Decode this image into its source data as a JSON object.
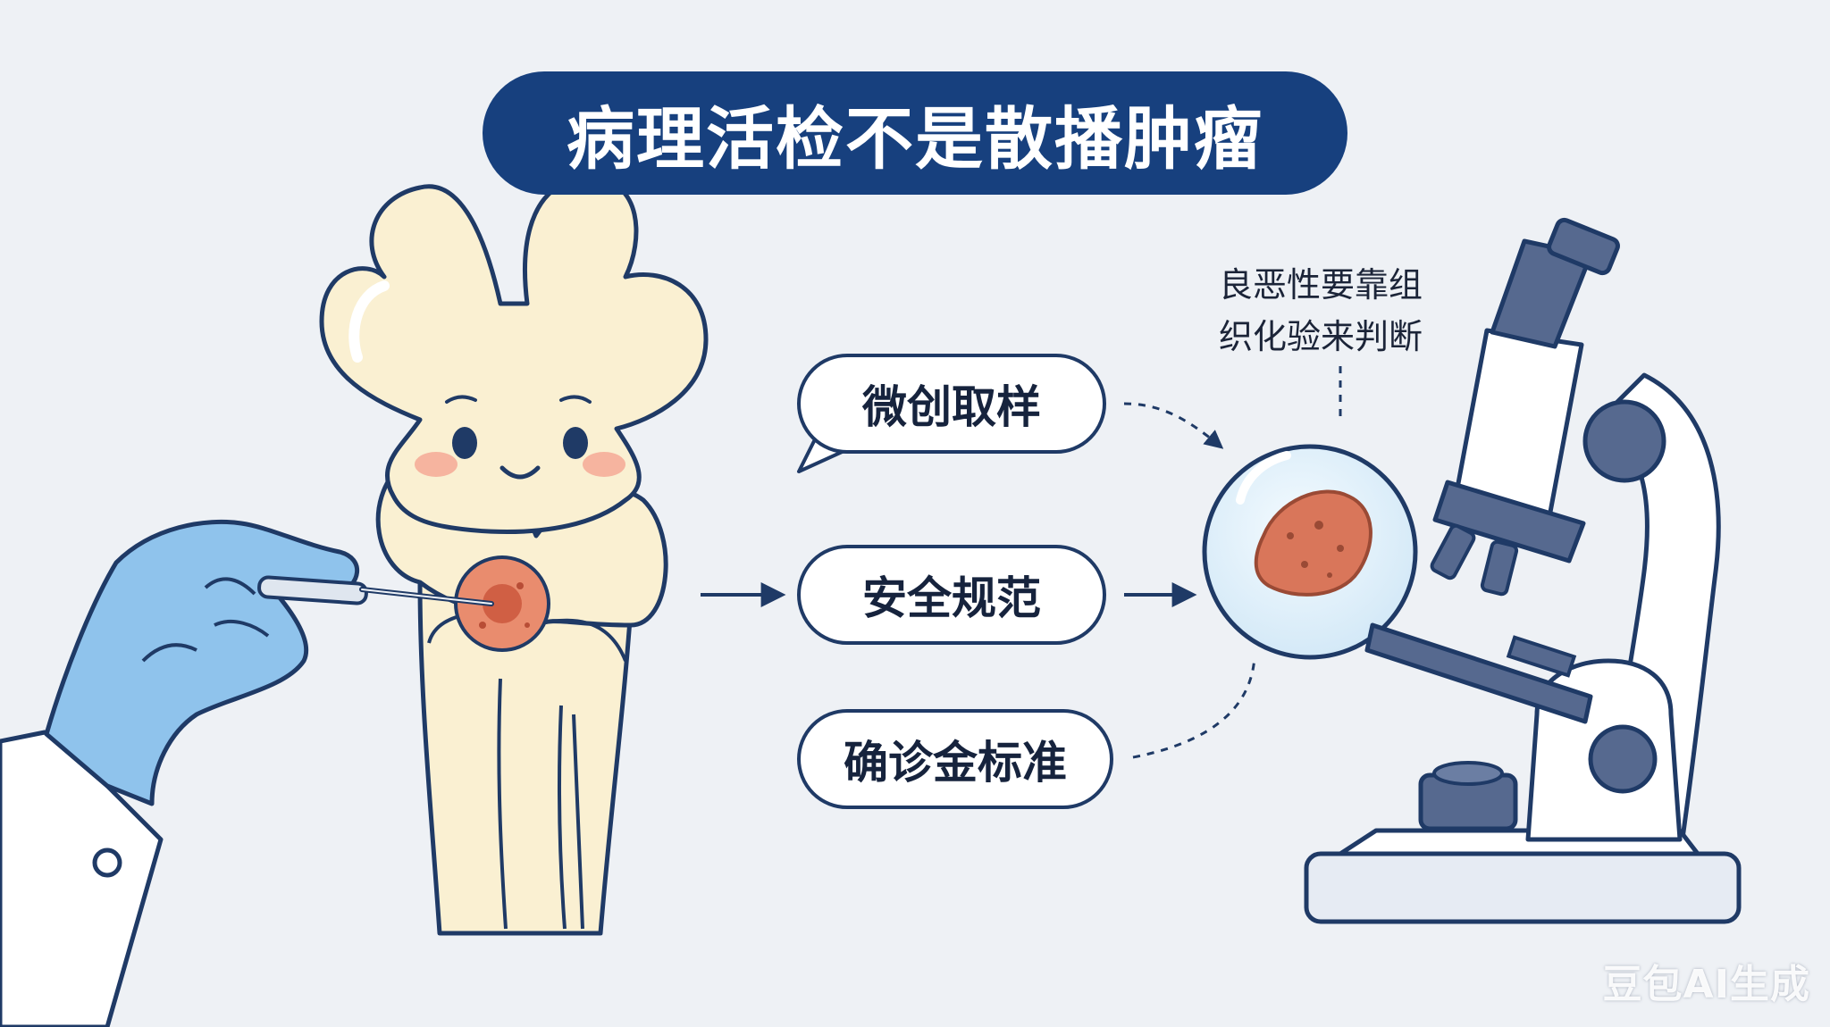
{
  "title": "病理活检不是散播肿瘤",
  "steps": [
    {
      "label": "微创取样"
    },
    {
      "label": "安全规范"
    },
    {
      "label": "确诊金标准"
    }
  ],
  "annotation": [
    "良恶性要靠组",
    "织化验来判断"
  ],
  "watermark": "豆包AI生成",
  "colors": {
    "title_bg": "#17407e",
    "outline": "#1f3a66",
    "bone": "#faf0d2",
    "glove": "#8fc3ec",
    "tissue": "#c9603e",
    "microscope_metal": "#56698f",
    "background": "#eef1f5"
  },
  "icons": [
    "bone-character",
    "gloved-hand",
    "biopsy-needle",
    "magnified-sample",
    "microscope"
  ]
}
